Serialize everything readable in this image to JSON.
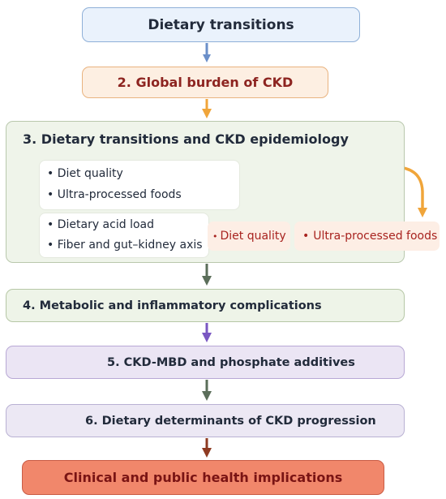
{
  "steps": {
    "s1": "Dietary transitions",
    "s2": "2. Global burden of CKD",
    "s3": "3. Dietary transitions and CKD epidemiology",
    "s4": "4. Metabolic and inflammatory complications",
    "s5": "5. CKD-MBD and phosphate additives",
    "s6": "6. Dietary determinants of CKD progression",
    "s7": "Clinical and public health implications"
  },
  "box3": {
    "group1": [
      "Diet quality",
      "Ultra-processed foods"
    ],
    "group2": [
      "Dietary acid load",
      "Fiber and gut–kidney axis"
    ],
    "tags": [
      "Diet quality",
      "Ultra-processed foods"
    ]
  },
  "colors": {
    "arrow_blue": "#6b8fc9",
    "arrow_orange": "#f0a53a",
    "arrow_red": "#c9231f",
    "arrow_green": "#5b6e5a",
    "arrow_purple": "#7a57c2",
    "arrow_brown": "#8e3b22"
  }
}
